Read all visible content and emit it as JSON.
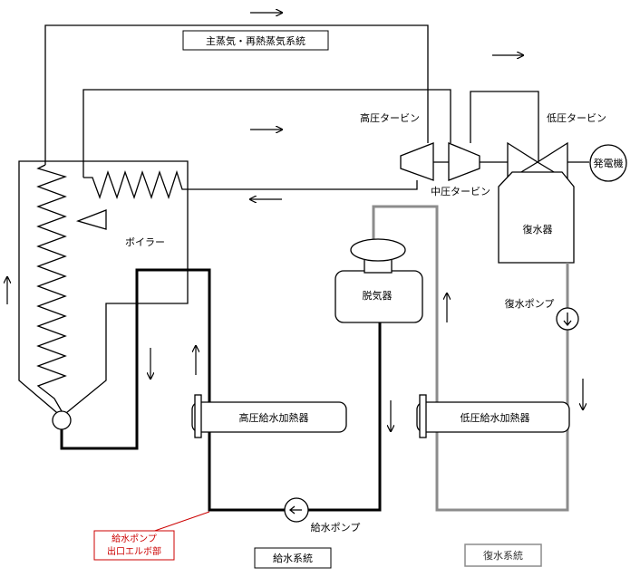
{
  "labels": {
    "main_steam": "主蒸気・再熱蒸気系統",
    "hp_turbine": "高圧タービン",
    "ip_turbine": "中圧タービン",
    "lp_turbine": "低圧タービン",
    "generator": "発電機",
    "boiler": "ボイラー",
    "condenser": "復水器",
    "condensate_pump": "復水ポンプ",
    "deaerator": "脱気器",
    "hp_heater": "高圧給水加熱器",
    "lp_heater": "低圧給水加熱器",
    "feed_pump": "給水ポンプ",
    "feedwater_system": "給水系統",
    "condensate_system": "復水系統",
    "elbow_callout_line1": "給水ポンプ",
    "elbow_callout_line2": "出口エルボ部"
  },
  "colors": {
    "steam_line": "#000000",
    "feedwater_line": "#000000",
    "condensate_line": "#8c8c8c",
    "callout": "#cc0000"
  }
}
